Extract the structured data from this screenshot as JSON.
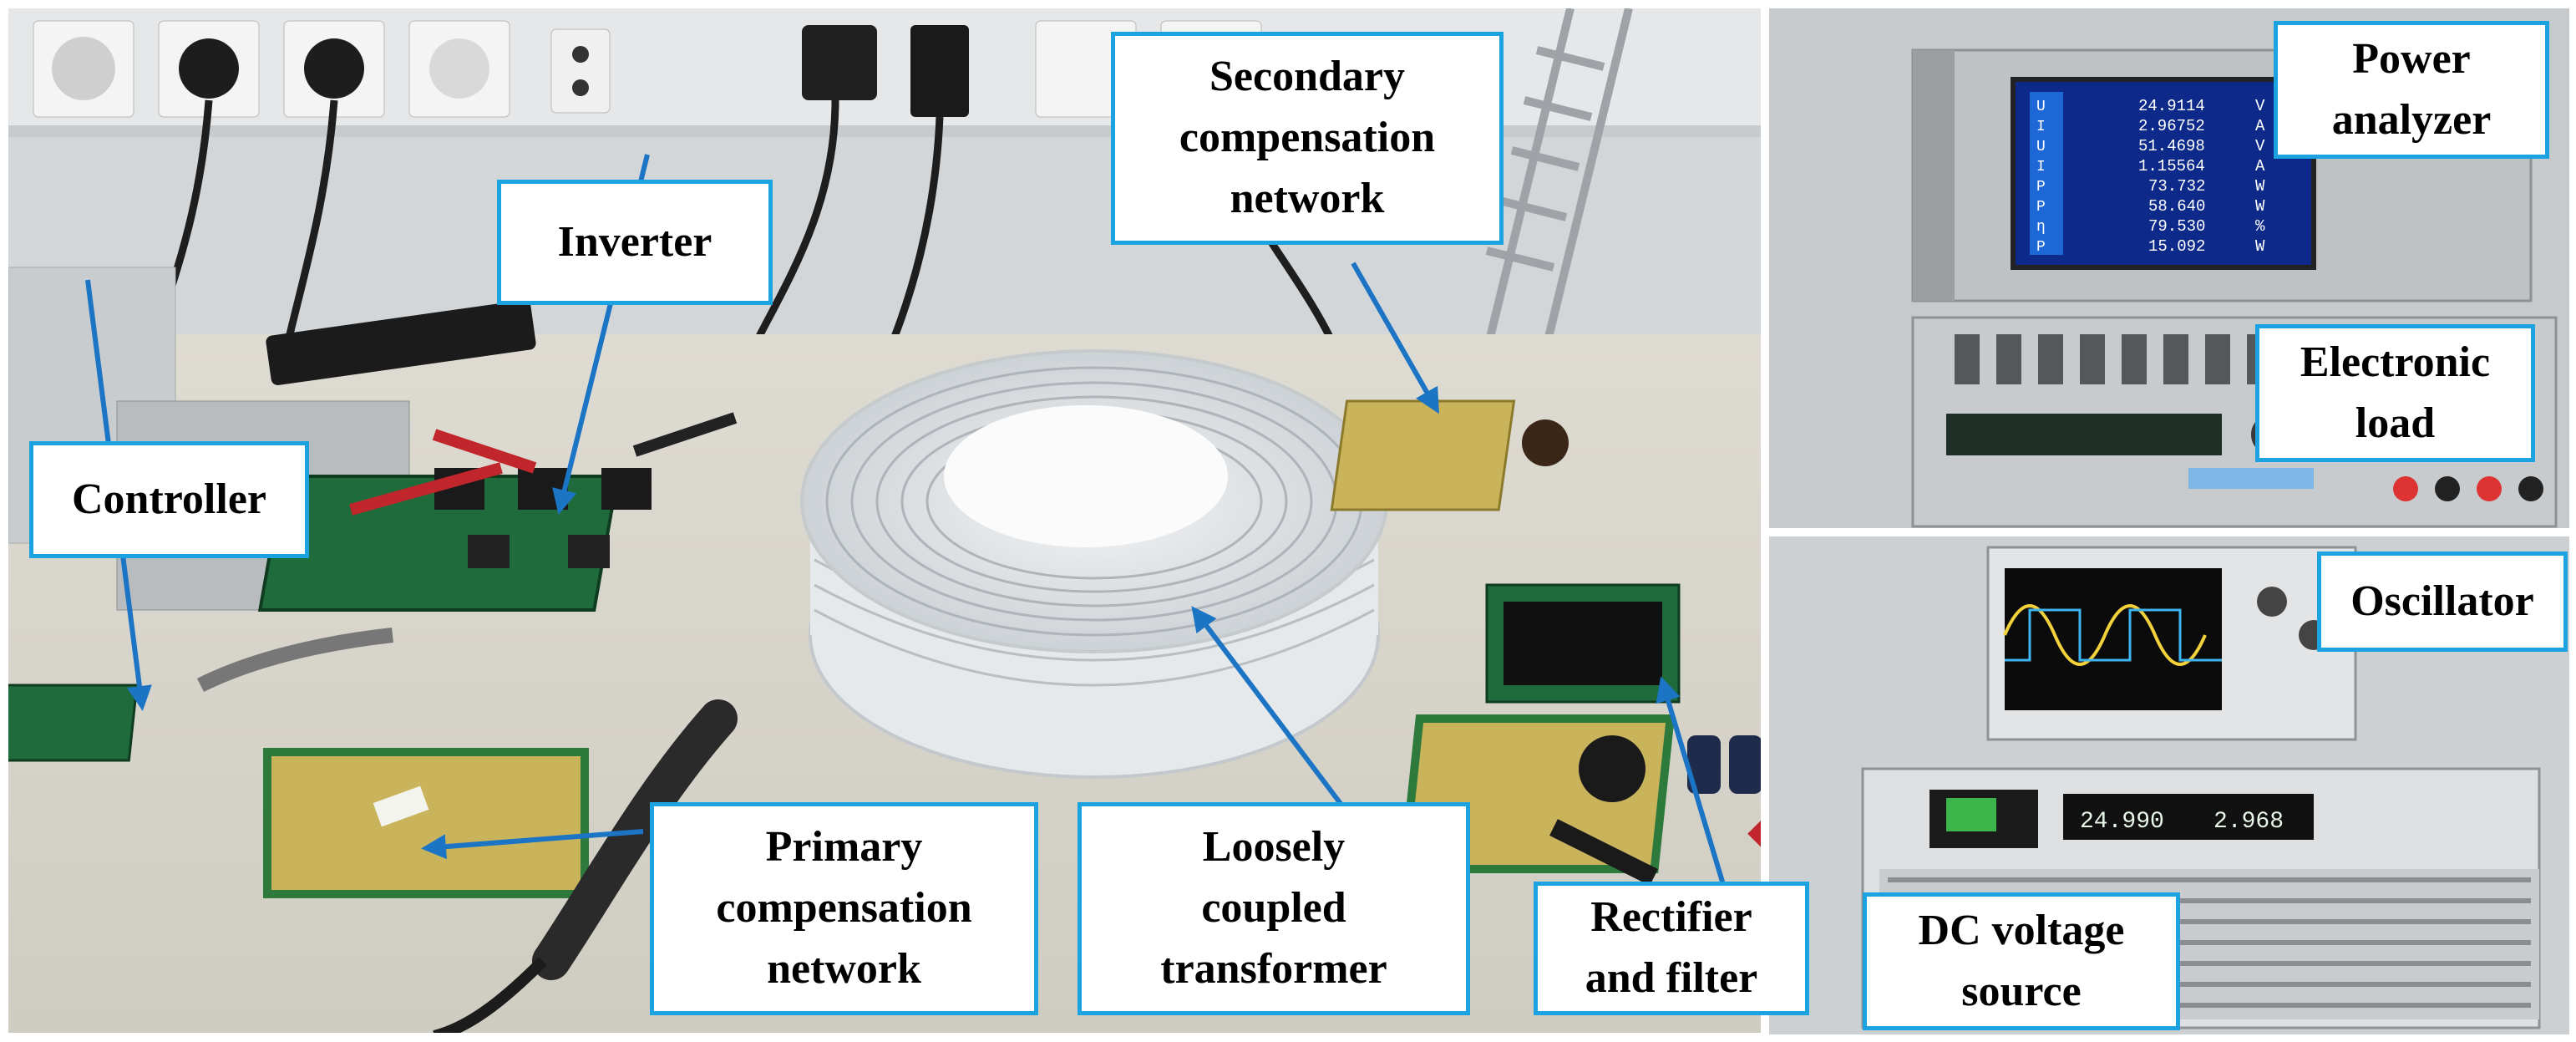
{
  "labels": {
    "secondary_compensation_network": "Secondary\ncompensation\nnetwork",
    "inverter": "Inverter",
    "controller": "Controller",
    "primary_compensation_network": "Primary\ncompensation\nnetwork",
    "loosely_coupled_transformer": "Loosely\ncoupled\ntransformer",
    "rectifier_and_filter": "Rectifier\nand filter",
    "power_analyzer": "Power\nanalyzer",
    "electronic_load": "Electronic\nload",
    "oscillator": "Oscillator",
    "dc_voltage_source": "DC voltage\nsource"
  },
  "power_analyzer_screen": {
    "readouts": [
      {
        "name": "U",
        "value": "24.9114",
        "unit": "V"
      },
      {
        "name": "I",
        "value": "2.96752",
        "unit": "A"
      },
      {
        "name": "U",
        "value": "51.4698",
        "unit": "V"
      },
      {
        "name": "I",
        "value": "1.15564",
        "unit": "A"
      },
      {
        "name": "P",
        "value": "73.732",
        "unit": "W"
      },
      {
        "name": "P",
        "value": "58.640",
        "unit": "W"
      },
      {
        "name": "η",
        "value": "79.530",
        "unit": "%"
      },
      {
        "name": "P",
        "value": "15.092",
        "unit": "W"
      }
    ]
  },
  "dc_source_display": {
    "voltage": "24.990",
    "current": "2.968"
  },
  "colors": {
    "label_border": "#1aa3e0",
    "arrow": "#1b74c4",
    "wall": "#d6d9dc",
    "table": "#e2e0d8",
    "pcb_green": "#1f6b3c",
    "pcb_yellow": "#c9b45c",
    "screen_blue": "#0d2a8a",
    "instrument_gray": "#bcbfc3"
  }
}
